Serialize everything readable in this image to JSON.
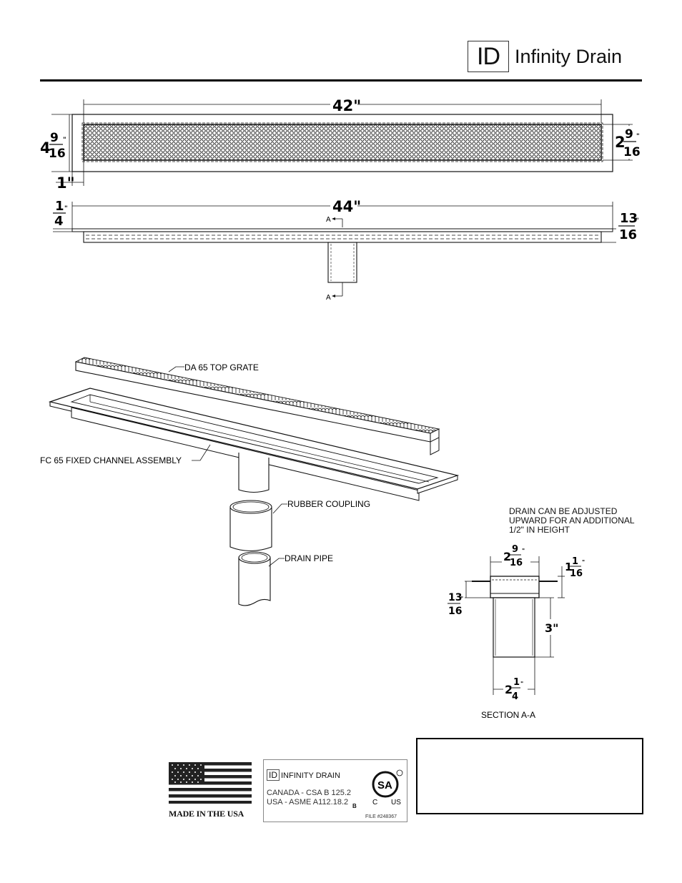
{
  "header": {
    "logo_mark": "ID",
    "brand_name": "Infinity Drain"
  },
  "top_view": {
    "length_dim": "42\"",
    "overall_width_whole": "4",
    "overall_width_num": "9",
    "overall_width_den": "16",
    "grate_width_whole": "2",
    "grate_width_num": "9",
    "grate_width_den": "16",
    "flange_dim": "1\""
  },
  "side_view": {
    "length_dim": "44\"",
    "flange_thickness_num": "1",
    "flange_thickness_den": "4",
    "channel_depth_num": "13",
    "channel_depth_den": "16",
    "section_marker_top": "A",
    "section_marker_bottom": "A"
  },
  "exploded_view": {
    "callout_grate": "DA 65 TOP GRATE",
    "callout_channel": "FC 65 FIXED CHANNEL ASSEMBLY",
    "callout_coupling": "RUBBER COUPLING",
    "callout_pipe": "DRAIN PIPE"
  },
  "section": {
    "note_line1": "DRAIN CAN BE ADJUSTED",
    "note_line2": "UPWARD FOR AN ADDITIONAL",
    "note_line3": "1/2\" IN HEIGHT",
    "top_width_whole": "2",
    "top_width_num": "9",
    "top_width_den": "16",
    "height_whole": "1",
    "height_num": "1",
    "height_den": "16",
    "flange_num": "13",
    "flange_den": "16",
    "pipe_height": "3\"",
    "pipe_width_whole": "2",
    "pipe_width_num": "1",
    "pipe_width_den": "4",
    "title": "SECTION A-A"
  },
  "footer": {
    "flag_caption": "MADE IN THE USA",
    "cert_brand": "INFINITY DRAIN",
    "cert_logo_mark": "ID",
    "cert_line1": "CANADA - CSA B 125.2",
    "cert_line2": "USA - ASME A112.18.2",
    "cert_mark": "B",
    "csa_c": "C",
    "csa_us": "US",
    "cert_file": "FILE #248367"
  }
}
